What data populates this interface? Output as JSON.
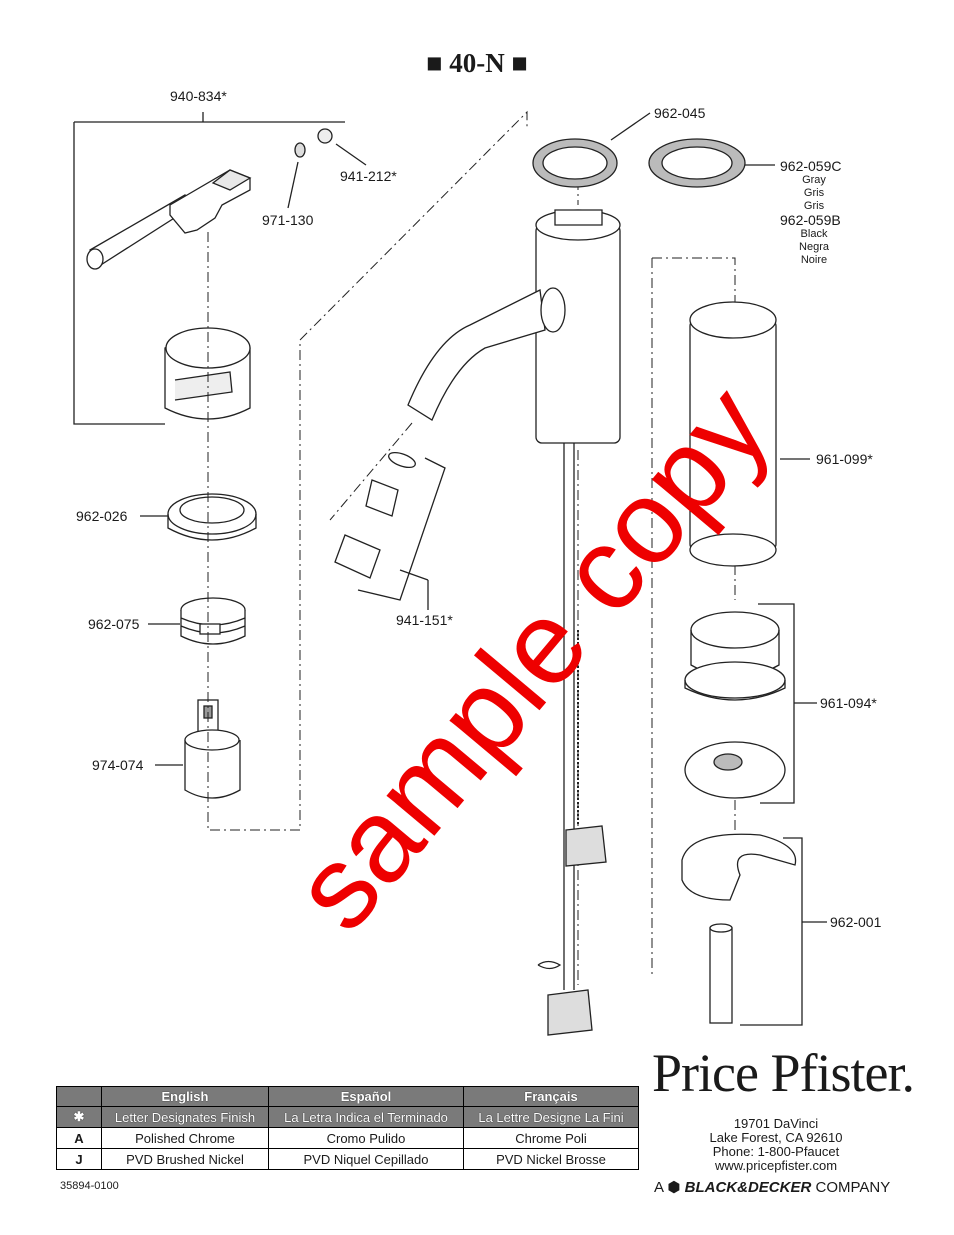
{
  "title": "■ 40-N ■",
  "part_labels": {
    "p940_834": "940-834*",
    "p971_130": "971-130",
    "p941_212": "941-212*",
    "p962_045": "962-045",
    "p962_059c": "962-059C",
    "p962_059c_colors": [
      "Gray",
      "Gris",
      "Gris"
    ],
    "p962_059b": "962-059B",
    "p962_059b_colors": [
      "Black",
      "Negra",
      "Noire"
    ],
    "p962_026": "962-026",
    "p962_075": "962-075",
    "p974_074": "974-074",
    "p941_151": "941-151*",
    "p961_099": "961-099*",
    "p961_094": "961-094*",
    "p962_001": "962-001"
  },
  "watermark": "sample copy",
  "finish_table": {
    "headers": [
      "English",
      "Español",
      "Français"
    ],
    "note_symbol": "✱",
    "note": [
      "Letter Designates Finish",
      "La Letra Indica el Terminado",
      "La Lettre Designe La Fini"
    ],
    "rows": [
      {
        "code": "A",
        "english": "Polished Chrome",
        "espanol": "Cromo Pulido",
        "francais": "Chrome Poli"
      },
      {
        "code": "J",
        "english": "PVD Brushed Nickel",
        "espanol": "PVD Niquel Cepillado",
        "francais": "PVD Nickel Brosse"
      }
    ]
  },
  "doc_number": "35894-0100",
  "brand": {
    "name": "Price Pfister.",
    "address": [
      "19701 DaVinci",
      "Lake Forest, CA 92610",
      "Phone: 1-800-Pfaucet",
      "www.pricepfister.com"
    ],
    "company_prefix": "A",
    "company_name": "BLACK&DECKER",
    "company_suffix": "COMPANY"
  }
}
